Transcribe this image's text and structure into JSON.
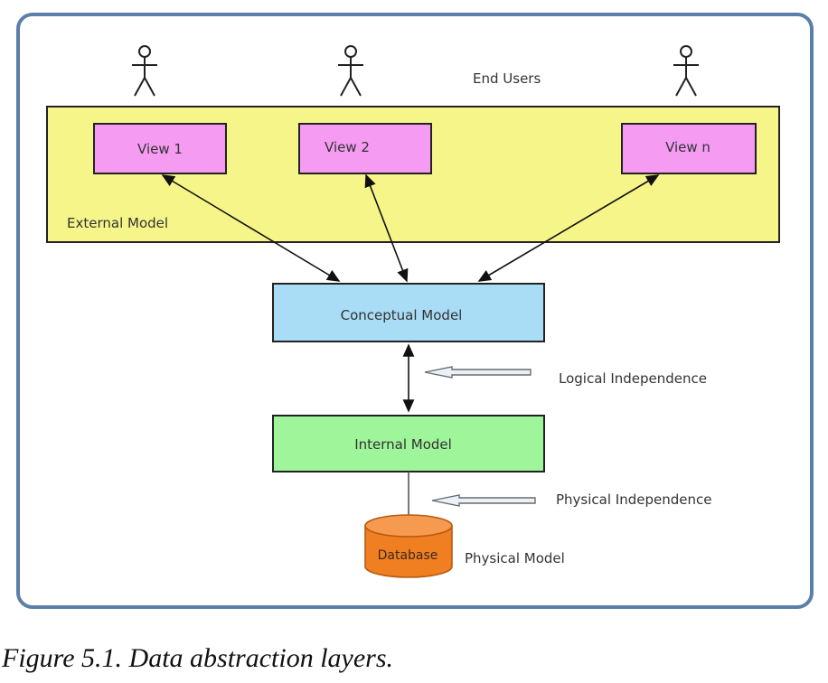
{
  "diagram": {
    "end_users_label": "End Users",
    "external_model_label": "External Model",
    "views": [
      "View 1",
      "View 2",
      "View n"
    ],
    "conceptual_model_label": "Conceptual Model",
    "logical_independence_label": "Logical Independence",
    "internal_model_label": "Internal Model",
    "physical_independence_label": "Physical Independence",
    "database_label": "Database",
    "physical_model_label": "Physical Model",
    "colors": {
      "frame": "#5b7fa8",
      "external_model_fill": "#f6f58a",
      "view_fill": "#f59bf2",
      "conceptual_fill": "#a9dcf5",
      "internal_fill": "#9ef59a",
      "database_fill": "#f07f22"
    }
  },
  "caption": "Figure 5.1. Data abstraction layers."
}
